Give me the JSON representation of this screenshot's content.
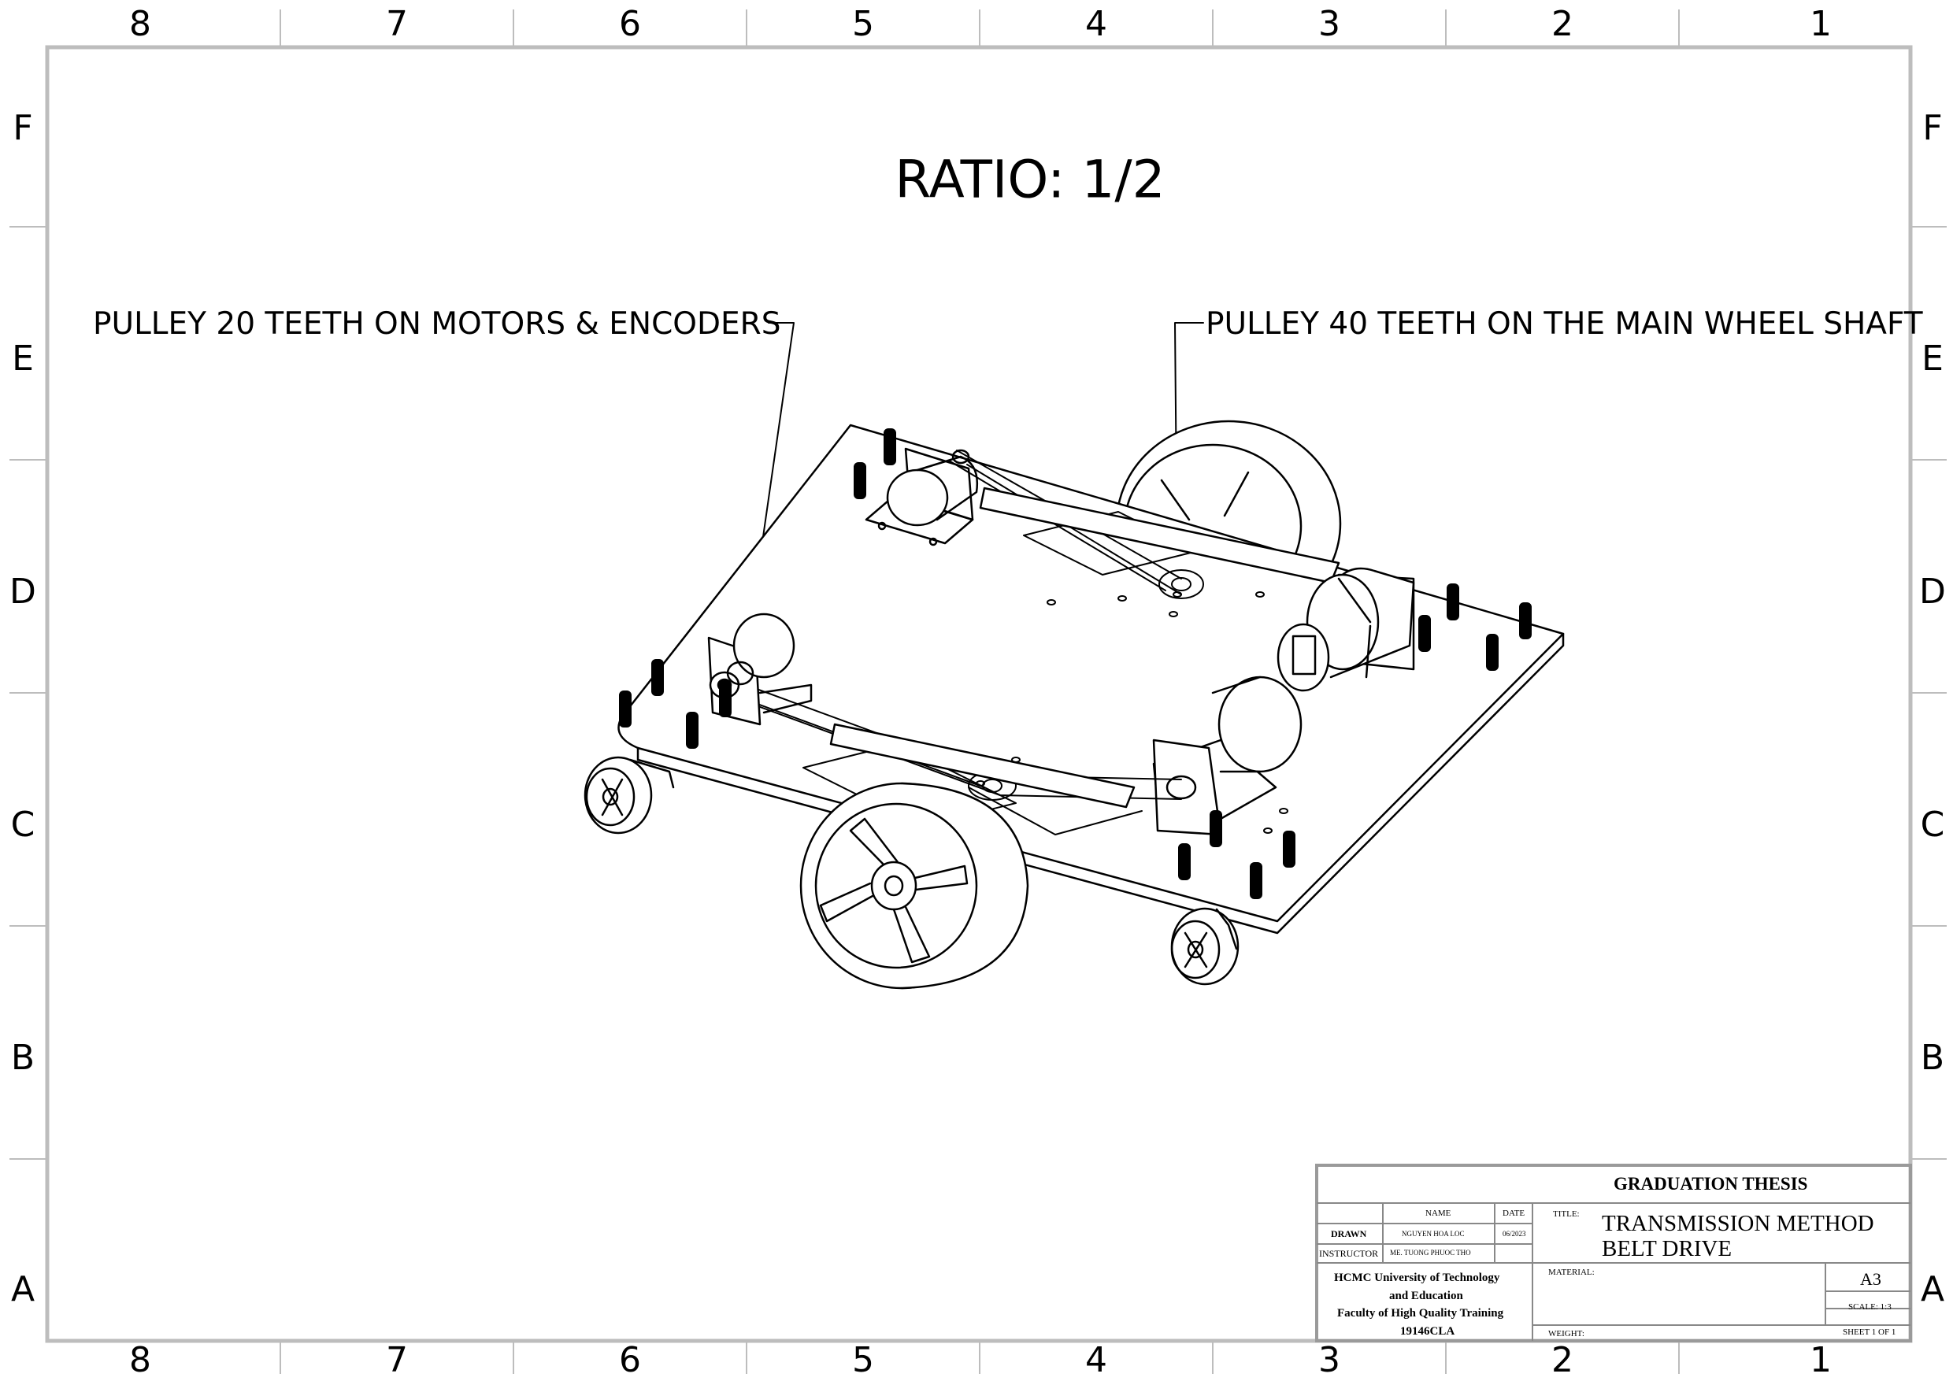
{
  "drawing": {
    "ratio_note": "RATIO: 1/2",
    "callout_left": "PULLEY 20 TEETH ON MOTORS & ENCODERS",
    "callout_right": "PULLEY 40 TEETH ON THE MAIN WHEEL SHAFT"
  },
  "border": {
    "columns": [
      "8",
      "7",
      "6",
      "5",
      "4",
      "3",
      "2",
      "1"
    ],
    "rows": [
      "F",
      "E",
      "D",
      "C",
      "B",
      "A"
    ]
  },
  "title_block": {
    "header": "GRADUATION THESIS",
    "col_name": "NAME",
    "col_date": "DATE",
    "drawn_label": "DRAWN",
    "drawn_name": "NGUYEN HOA LOC",
    "drawn_date": "06/2023",
    "instructor_label": "INSTRUCTOR",
    "instructor_name": "ME. TUONG PHUOC THO",
    "title_label": "TITLE:",
    "title_line1": "TRANSMISSION METHOD",
    "title_line2": "BELT DRIVE",
    "org_line1": "HCMC University of Technology",
    "org_line2": "and Education",
    "org_line3": "Faculty of High Quality Training",
    "org_line4": "19146CLA",
    "material_label": "MATERIAL:",
    "weight_label": "WEIGHT:",
    "size": "A3",
    "scale": "SCALE: 1:3",
    "sheet": "SHEET 1 OF 1"
  }
}
